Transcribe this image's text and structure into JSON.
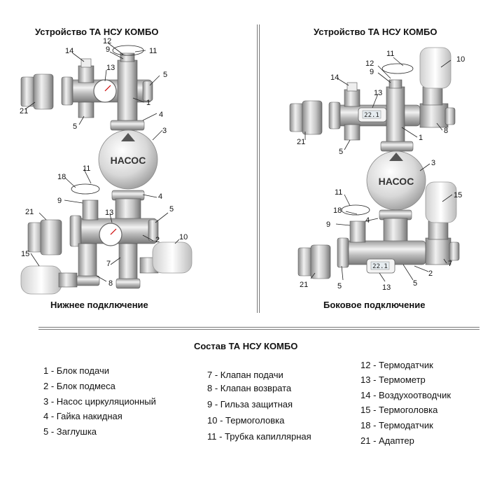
{
  "left": {
    "title": "Устройство ТА НСУ КОМБО",
    "caption": "Нижнее подключение",
    "pump_label": "НАСОС",
    "callouts": [
      "12",
      "9",
      "11",
      "14",
      "13",
      "5",
      "21",
      "1",
      "4",
      "5",
      "3",
      "18",
      "11",
      "9",
      "21",
      "13",
      "4",
      "5",
      "2",
      "15",
      "10",
      "7",
      "8"
    ]
  },
  "right": {
    "title": "Устройство ТА НСУ КОМБО",
    "caption": "Боковое подключение",
    "pump_label": "НАСОС",
    "display": "22.1",
    "callouts": [
      "11",
      "10",
      "12",
      "9",
      "14",
      "13",
      "1",
      "8",
      "21",
      "5",
      "3",
      "11",
      "15",
      "18",
      "4",
      "9",
      "7",
      "2",
      "21",
      "5",
      "13",
      "5"
    ]
  },
  "legend": {
    "title": "Состав ТА НСУ КОМБО",
    "col1": [
      "1 - Блок подачи",
      "2 - Блок подмеса",
      "3 - Насос циркуляционный",
      "4 - Гайка накидная",
      "5 - Заглушка"
    ],
    "col2": [
      "7 - Клапан подачи",
      "8 - Клапан возврата",
      "9 - Гильза защитная",
      "10 - Термоголовка",
      "11 - Трубка капиллярная"
    ],
    "col3": [
      "12 - Термодатчик",
      "13 - Термометр",
      "14 - Воздухоотводчик",
      "15 - Термоголовка",
      "18 - Термодатчик",
      "21 - Адаптер"
    ]
  }
}
